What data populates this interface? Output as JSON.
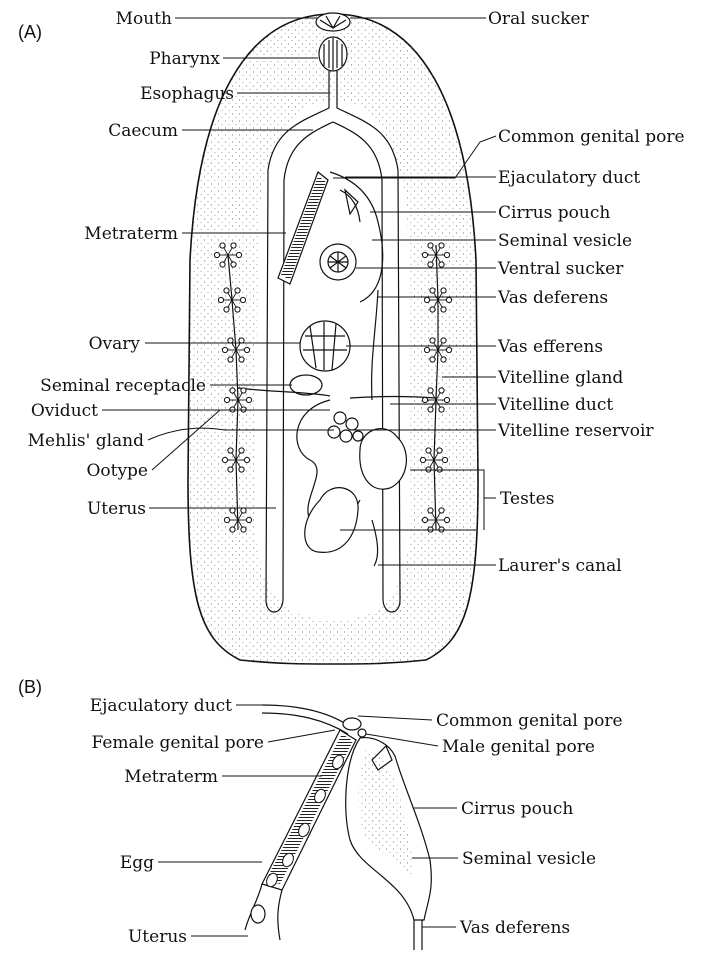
{
  "panels": {
    "a": "(A)",
    "b": "(B)"
  },
  "labels_a_left": [
    "Mouth",
    "Pharynx",
    "Esophagus",
    "Caecum",
    "Metraterm",
    "Ovary",
    "Seminal receptacle",
    "Oviduct",
    "Mehlis' gland",
    "Ootype",
    "Uterus"
  ],
  "labels_a_right": [
    "Oral sucker",
    "Common genital pore",
    "Ejaculatory duct",
    "Cirrus pouch",
    "Seminal vesicle",
    "Ventral sucker",
    "Vas deferens",
    "Vas efferens",
    "Vitelline gland",
    "Vitelline duct",
    "Vitelline reservoir",
    "Testes",
    "Laurer's canal"
  ],
  "labels_b_left": [
    "Ejaculatory duct",
    "Female genital pore",
    "Metraterm",
    "Egg",
    "Uterus"
  ],
  "labels_b_right": [
    "Common genital pore",
    "Male genital pore",
    "Cirrus pouch",
    "Seminal vesicle",
    "Vas deferens"
  ]
}
